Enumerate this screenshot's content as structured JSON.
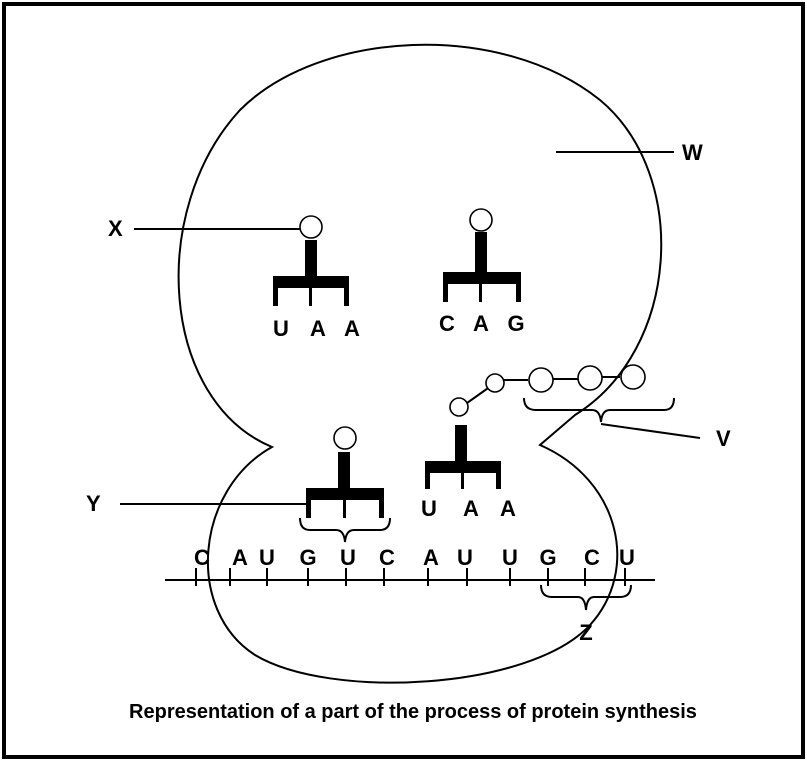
{
  "labels": {
    "w": "W",
    "x": "X",
    "y": "Y",
    "v": "V",
    "z": "Z"
  },
  "trna_top_left": [
    "U",
    "A",
    "A"
  ],
  "trna_top_right": [
    "C",
    "A",
    "G"
  ],
  "trna_bottom_right": [
    "U",
    "A",
    "A"
  ],
  "mrna": [
    "C",
    "A",
    "U",
    "G",
    "U",
    "C",
    "A",
    "U",
    "U",
    "G",
    "C",
    "U"
  ],
  "caption": "Representation of a part of the process of protein synthesis"
}
